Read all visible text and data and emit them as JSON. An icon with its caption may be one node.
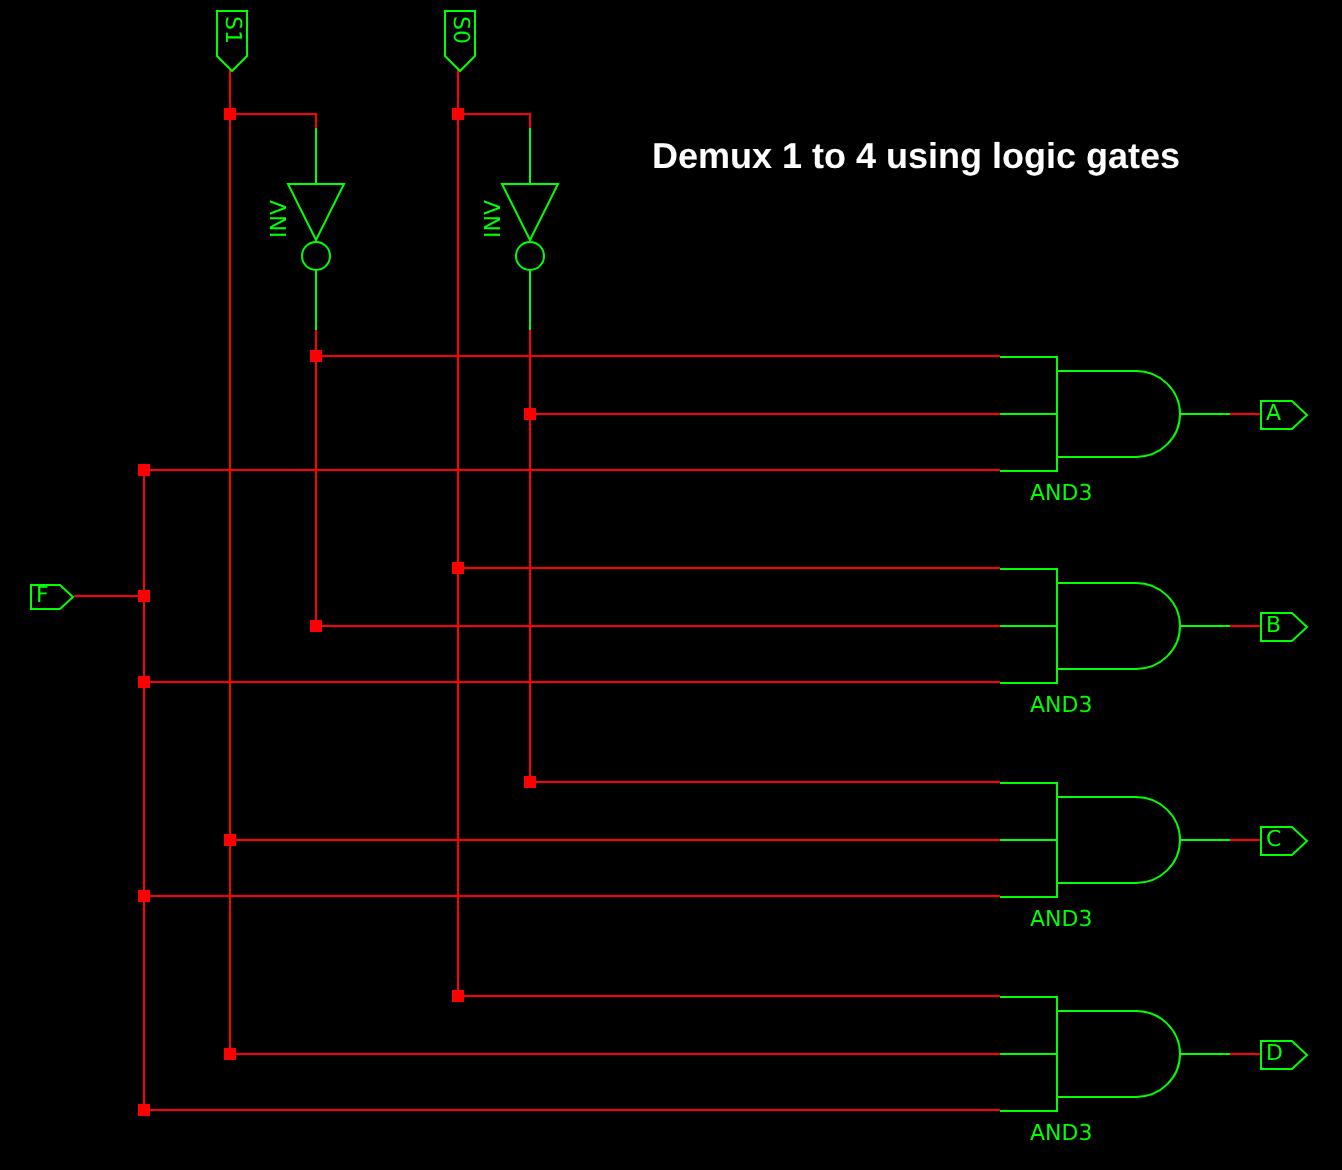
{
  "diagram": {
    "title": "Demux 1 to 4 using logic gates",
    "nodes": [
      {
        "text": [
          "S1"
        ]
      },
      {
        "text": [
          "S0"
        ]
      },
      {
        "text": [],
        "shape": "triangle",
        "beside": [
          "INV"
        ]
      },
      {
        "text": [],
        "shape": "triangle",
        "beside": [
          "INV"
        ]
      },
      {
        "text": [
          "F"
        ]
      },
      {
        "text": [
          "AND3"
        ]
      },
      {
        "text": [
          "A"
        ]
      },
      {
        "text": [
          "AND3"
        ]
      },
      {
        "text": [
          "B"
        ]
      },
      {
        "text": [
          "AND3"
        ]
      },
      {
        "text": [
          "C"
        ]
      },
      {
        "text": [
          "AND3"
        ]
      },
      {
        "text": [
          "D"
        ]
      }
    ],
    "edges": [
      {
        "from": 0,
        "to": 2,
        "arrow": "none"
      },
      {
        "from": 1,
        "to": 3,
        "arrow": "none"
      },
      {
        "from": 2,
        "to": 5,
        "arrow": "none"
      },
      {
        "from": 3,
        "to": 5,
        "arrow": "none"
      },
      {
        "from": 4,
        "to": 5,
        "arrow": "none"
      },
      {
        "from": 5,
        "to": 6,
        "arrow": "none"
      },
      {
        "from": 1,
        "to": 7,
        "arrow": "none"
      },
      {
        "from": 2,
        "to": 7,
        "arrow": "none"
      },
      {
        "from": 4,
        "to": 7,
        "arrow": "none"
      },
      {
        "from": 7,
        "to": 8,
        "arrow": "none"
      },
      {
        "from": 3,
        "to": 9,
        "arrow": "none"
      },
      {
        "from": 0,
        "to": 9,
        "arrow": "none"
      },
      {
        "from": 4,
        "to": 9,
        "arrow": "none"
      },
      {
        "from": 9,
        "to": 10,
        "arrow": "none"
      },
      {
        "from": 1,
        "to": 11,
        "arrow": "none"
      },
      {
        "from": 0,
        "to": 11,
        "arrow": "none"
      },
      {
        "from": 4,
        "to": 11,
        "arrow": "none"
      },
      {
        "from": 11,
        "to": 12,
        "arrow": "none"
      }
    ]
  }
}
